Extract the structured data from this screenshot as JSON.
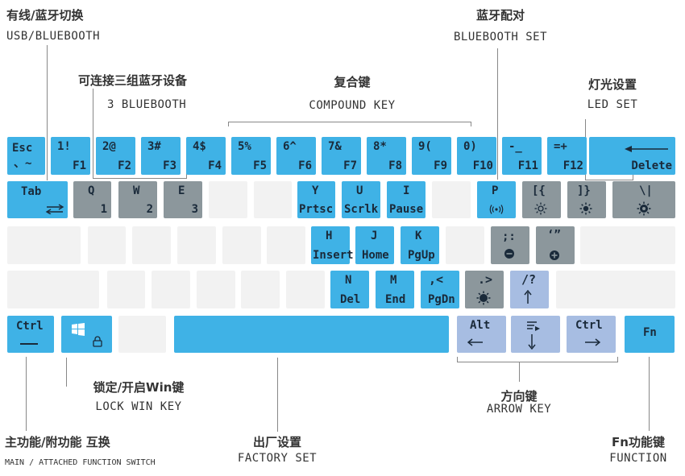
{
  "labels": {
    "usb_bt_cn": "有线/蓝牙切换",
    "usb_bt_en": "USB/BLUEBOOTH",
    "three_bt_cn": "可连接三组蓝牙设备",
    "three_bt_en": "3 BLUEBOOTH",
    "compound_cn": "复合键",
    "compound_en": "COMPOUND KEY",
    "bt_set_cn": "蓝牙配对",
    "bt_set_en": "BLUEBOOTH SET",
    "led_cn": "灯光设置",
    "led_en": "LED SET",
    "lock_cn": "锁定/开启Win键",
    "lock_en": "LOCK WIN KEY",
    "arrow_cn": "方向键",
    "arrow_en": "ARROW KEY",
    "main_cn": "主功能/附功能 互换",
    "main_en": "MAIN / ATTACHED FUNCTION SWITCH",
    "factory_cn": "出厂设置",
    "factory_en": "FACTORY SET",
    "fn_cn": "Fn功能键",
    "fn_en": "FUNCTION"
  },
  "keys": {
    "esc": "Esc",
    "esc_sub": "、~",
    "n1": "1!",
    "f1": "F1",
    "n2": "2@",
    "f2": "F2",
    "n3": "3#",
    "f3": "F3",
    "n4": "4$",
    "f4": "F4",
    "n5": "5%",
    "f5": "F5",
    "n6": "6^",
    "f6": "F6",
    "n7": "7&",
    "f7": "F7",
    "n8": "8*",
    "f8": "F8",
    "n9": "9(",
    "f9": "F9",
    "n0": "0)",
    "f10": "F10",
    "minus": "-_",
    "f11": "F11",
    "equal": "=+",
    "f12": "F12",
    "delete": "Delete",
    "tab": "Tab",
    "q": "Q",
    "q_sub": "1",
    "w": "W",
    "w_sub": "2",
    "e": "E",
    "e_sub": "3",
    "y": "Y",
    "y_sub": "Prtsc",
    "u": "U",
    "u_sub": "Scrlk",
    "i": "I",
    "i_sub": "Pause",
    "p": "P",
    "lbr": "[{",
    "rbr": "]}",
    "bsl": "\\|",
    "h": "H",
    "h_sub": "Insert",
    "j": "J",
    "j_sub": "Home",
    "k": "K",
    "k_sub": "PgUp",
    "semi": ";:",
    "quote": "‘”",
    "n": "N",
    "n_sub": "Del",
    "m": "M",
    "m_sub": "End",
    "comma": ",<",
    "comma_sub": "PgDn",
    "period": ".>",
    "slash": "/?",
    "ctrl": "Ctrl",
    "alt": "Alt",
    "rctrl": "Ctrl",
    "fn": "Fn"
  },
  "colors": {
    "blue": "#3fb2e6",
    "gray": "#f2f2f2",
    "dark_gray": "#8c979c",
    "lavender": "#a7bde2"
  }
}
